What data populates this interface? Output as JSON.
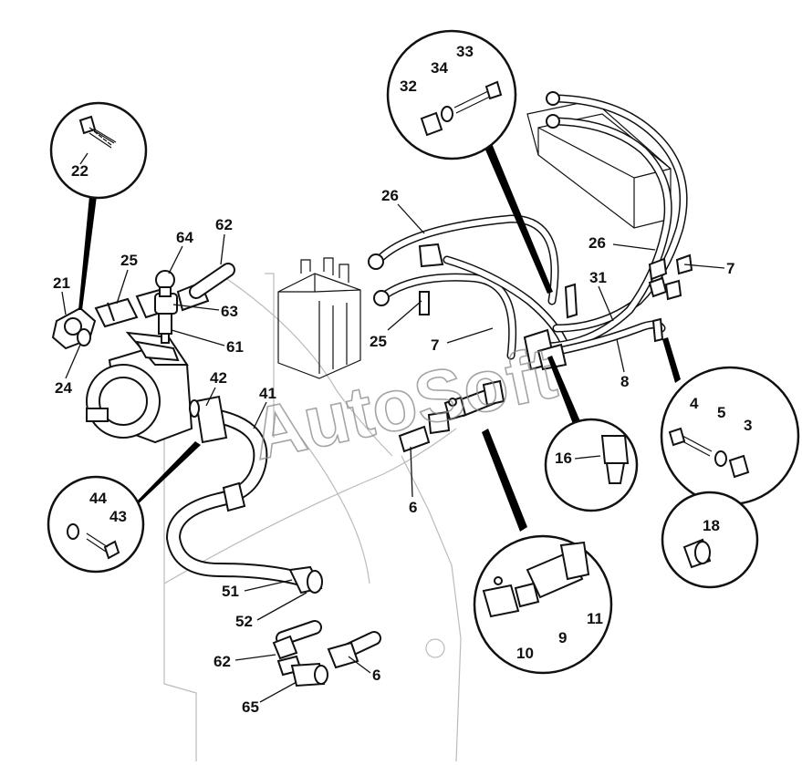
{
  "watermark": "AutoSoft",
  "callouts": {
    "c22": "22",
    "c21": "21",
    "c24": "24",
    "c25a": "25",
    "c64": "64",
    "c62a": "62",
    "c63": "63",
    "c61": "61",
    "c42": "42",
    "c41": "41",
    "c44": "44",
    "c43": "43",
    "c51": "51",
    "c52": "52",
    "c62b": "62",
    "c65": "65",
    "c6a": "6",
    "c6b": "6",
    "c26a": "26",
    "c25b": "25",
    "c7a": "7",
    "c32": "32",
    "c34": "34",
    "c33": "33",
    "c26b": "26",
    "c7b": "7",
    "c31": "31",
    "c8": "8",
    "c16": "16",
    "c4": "4",
    "c5": "5",
    "c3": "3",
    "c18": "18",
    "c10": "10",
    "c9": "9",
    "c11": "11"
  }
}
